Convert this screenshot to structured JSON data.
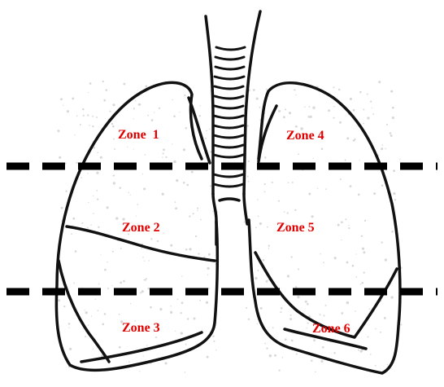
{
  "diagram": {
    "colors": {
      "outline": "#111111",
      "label": "#e00000",
      "divider": "#000000",
      "background": "#ffffff",
      "speckle": "#d8d8d8"
    },
    "zones": [
      {
        "id": "zone-1",
        "label": "Zone  1"
      },
      {
        "id": "zone-2",
        "label": "Zone 2"
      },
      {
        "id": "zone-3",
        "label": "Zone 3"
      },
      {
        "id": "zone-4",
        "label": "Zone 4"
      },
      {
        "id": "zone-5",
        "label": "Zone 5"
      },
      {
        "id": "zone-6",
        "label": "Zone 6"
      }
    ]
  }
}
